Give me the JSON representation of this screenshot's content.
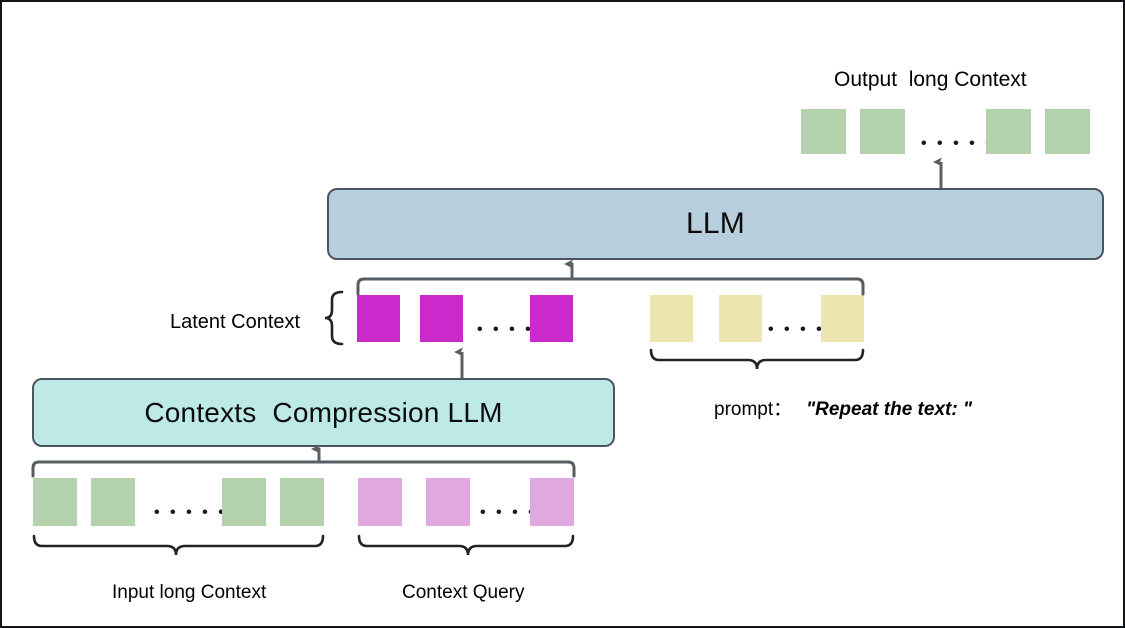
{
  "diagram": {
    "title_top": "Output  long Context",
    "colors": {
      "context_green": "#b3d1ad",
      "latent_magenta": "#cc29cc",
      "query_violet": "#dfa8e0",
      "prompt_yellow": "#ece5b0",
      "llm_blue": "#b7cedd",
      "compression_teal": "#bdeae7",
      "stroke_gray": "#4a5560",
      "connector_gray": "#555d63",
      "frame_black": "#111418"
    },
    "output": {
      "label": "Output  long Context",
      "token_count": 4,
      "ellipsis": "• • • • •"
    },
    "llm": {
      "label": "LLM"
    },
    "compression_llm": {
      "label": "Contexts  Compression LLM"
    },
    "latent": {
      "label": "Latent Context",
      "token_count": 3,
      "ellipsis": "• • • • •"
    },
    "prompt": {
      "token_count": 3,
      "ellipsis": "• • • • •",
      "label_prefix": "prompt：",
      "label_text": "\"Repeat the text: \""
    },
    "input_context": {
      "label": "Input long Context",
      "token_count": 4,
      "ellipsis": "• • • • •"
    },
    "context_query": {
      "label": "Context Query",
      "token_count": 3,
      "ellipsis": "• • • • •"
    }
  }
}
